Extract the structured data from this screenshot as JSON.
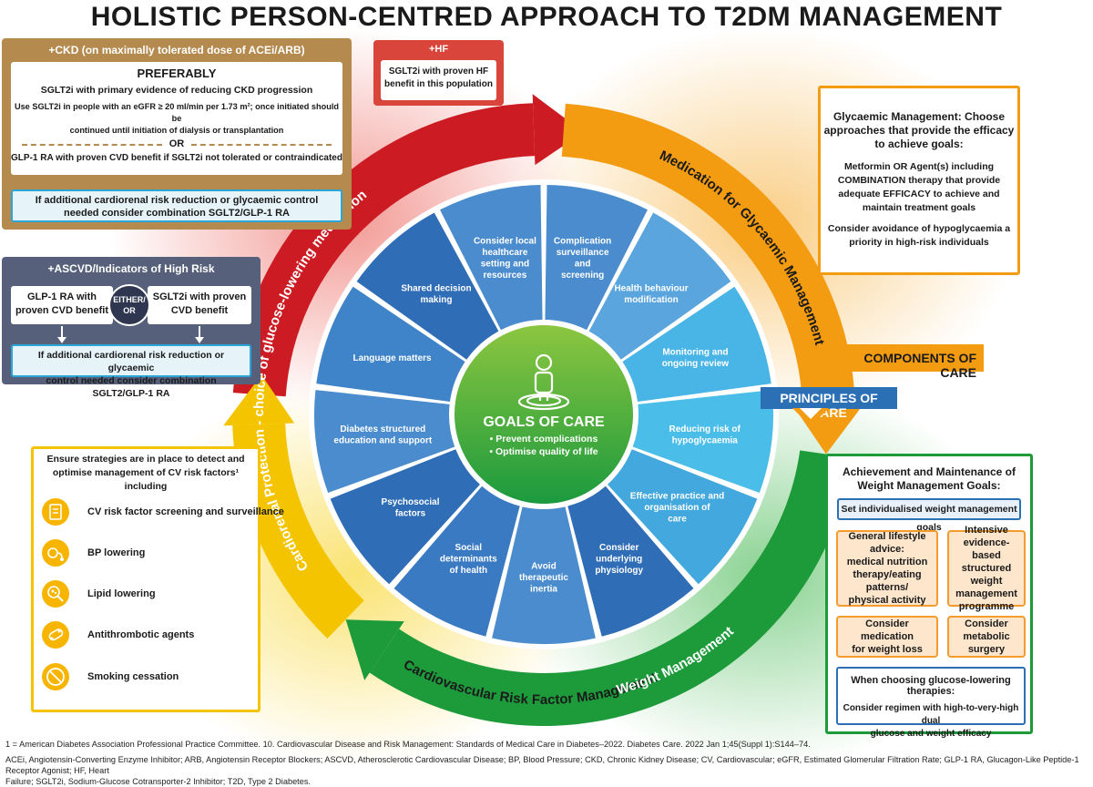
{
  "title": "HOLISTIC PERSON-CENTRED APPROACH TO T2DM MANAGEMENT",
  "colors": {
    "red": "#cc1b22",
    "orange": "#f39c12",
    "yellow": "#f5c400",
    "green": "#1d9a3a",
    "blue": "#2b6fb4",
    "light_blue": "#3fb5e8",
    "brown": "#b48a4e",
    "slate": "#56607a"
  },
  "ckd": {
    "header": "+CKD (on maximally tolerated dose of ACEi/ARB)",
    "preferably": "PREFERABLY",
    "line1": "SGLT2i with primary evidence of reducing CKD progression",
    "line2a": "Use SGLT2i in people with an eGFR ≥ 20 ml/min per 1.73 m²; once initiated should be",
    "line2b": "continued until initiation of dialysis or transplantation",
    "or": "OR",
    "line3": "GLP-1 RA with proven CVD benefit if SGLT2i not tolerated or contraindicated",
    "combo_a": "If additional cardiorenal risk reduction or glycaemic control",
    "combo_b": "needed consider combination SGLT2/GLP-1 RA"
  },
  "hf": {
    "header": "+HF",
    "line1": "SGLT2i with proven HF",
    "line2": "benefit in this population"
  },
  "ascvd": {
    "header": "+ASCVD/Indicators of High Risk",
    "left_a": "GLP-1 RA with",
    "left_b": "proven CVD benefit",
    "either_a": "EITHER/",
    "either_b": "OR",
    "right_a": "SGLT2i with proven",
    "right_b": "CVD benefit",
    "combo_a": "If additional cardiorenal risk reduction or glycaemic",
    "combo_b": "control needed consider combination SGLT2/GLP-1 RA"
  },
  "glycaemic": {
    "title_a": "Glycaemic Management: Choose",
    "title_b": "approaches that provide the efficacy",
    "title_c": "to achieve goals:",
    "b1a": "Metformin OR Agent(s) including",
    "b1b": "COMBINATION therapy that provide",
    "b1c": "adequate EFFICACY to achieve and",
    "b1d": "maintain treatment goals",
    "b2a": "Consider avoidance of hypoglycaemia a",
    "b2b": "priority in high-risk individuals"
  },
  "components_label": "COMPONENTS OF CARE",
  "principles_label": "PRINCIPLES OF CARE",
  "arcs": {
    "red": "Cardiorenal Protection - choice of glucose-lowering medication",
    "orange": "Medication for Glycaemic Management",
    "yellow": "Cardiovascular Risk Factor Management",
    "green": "Weight Management"
  },
  "center": {
    "title": "GOALS OF CARE",
    "b1": "• Prevent complications",
    "b2": "• Optimise quality of life"
  },
  "segments": [
    [
      "Complication",
      "surveillance",
      "and",
      "screening"
    ],
    [
      "Health behaviour",
      "modification"
    ],
    [
      "Monitoring and",
      "ongoing review"
    ],
    [
      "Reducing risk of",
      "hypoglycaemia"
    ],
    [
      "Effective practice and",
      "organisation of",
      "care"
    ],
    [
      "Consider",
      "underlying",
      "physiology"
    ],
    [
      "Avoid",
      "therapeutic",
      "inertia"
    ],
    [
      "Social",
      "determinants",
      "of health"
    ],
    [
      "Psychosocial",
      "factors"
    ],
    [
      "Diabetes structured",
      "education and support"
    ],
    [
      "Language matters"
    ],
    [
      "Shared decision",
      "making"
    ],
    [
      "Consider local",
      "healthcare",
      "setting and",
      "resources"
    ]
  ],
  "cv": {
    "title_a": "Ensure strategies are in place to detect and",
    "title_b": "optimise management of CV risk factors¹ including",
    "items": [
      "CV risk factor screening and surveillance",
      "BP lowering",
      "Lipid lowering",
      "Antithrombotic agents",
      "Smoking cessation"
    ]
  },
  "weight": {
    "title_a": "Achievement and Maintenance of",
    "title_b": "Weight Management Goals:",
    "goal": "Set individualised weight management goals",
    "lifestyle_a": "General lifestyle advice:",
    "lifestyle_b": "medical nutrition",
    "lifestyle_c": "therapy/eating patterns/",
    "lifestyle_d": "physical activity",
    "intensive_a": "Intensive evidence-",
    "intensive_b": "based structured",
    "intensive_c": "weight management",
    "intensive_d": "programme",
    "med_a": "Consider medication",
    "med_b": "for weight loss",
    "surg_a": "Consider metabolic",
    "surg_b": "surgery",
    "choose_title": "When choosing glucose-lowering therapies:",
    "choose_a": "Consider regimen with high-to-very-high dual",
    "choose_b": "glucose and weight efficacy"
  },
  "footnote1": "1 = American Diabetes Association Professional Practice Committee. 10. Cardiovascular Disease and Risk Management: Standards of Medical Care in Diabetes–2022. Diabetes Care. 2022 Jan 1;45(Suppl 1):S144–74.",
  "footnote2a": "ACEi, Angiotensin-Converting Enzyme Inhibitor; ARB, Angiotensin Receptor Blockers; ASCVD, Atherosclerotic Cardiovascular Disease; BP, Blood Pressure; CKD, Chronic Kidney Disease; CV, Cardiovascular; eGFR, Estimated Glomerular Filtration Rate; GLP-1 RA, Glucagon-Like Peptide-1 Receptor Agonist; HF, Heart",
  "footnote2b": "Failure; SGLT2i, Sodium-Glucose Cotransporter-2 Inhibitor; T2D, Type 2 Diabetes."
}
